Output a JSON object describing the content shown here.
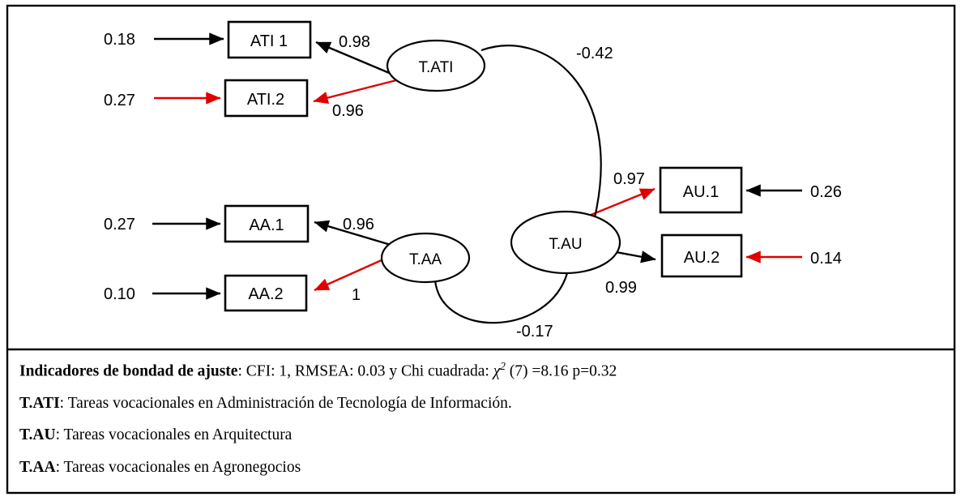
{
  "figure": {
    "type": "sem-path-diagram",
    "border_color": "#000000",
    "arrow_black": "#000000",
    "arrow_red": "#e00000"
  },
  "latents": [
    {
      "id": "T.ATI",
      "label": "T.ATI"
    },
    {
      "id": "T.AA",
      "label": "T.AA"
    },
    {
      "id": "T.AU",
      "label": "T.AU"
    }
  ],
  "indicators": [
    {
      "id": "ATI1",
      "label": "ATI 1"
    },
    {
      "id": "ATI2",
      "label": "ATI.2"
    },
    {
      "id": "AA1",
      "label": "AA.1"
    },
    {
      "id": "AA2",
      "label": "AA.2"
    },
    {
      "id": "AU1",
      "label": "AU.1"
    },
    {
      "id": "AU2",
      "label": "AU.2"
    }
  ],
  "residuals": [
    {
      "target": "ATI1",
      "value": "0.18",
      "color": "black"
    },
    {
      "target": "ATI2",
      "value": "0.27",
      "color": "red"
    },
    {
      "target": "AA1",
      "value": "0.27",
      "color": "black"
    },
    {
      "target": "AA2",
      "value": "0.10",
      "color": "black"
    },
    {
      "target": "AU1",
      "value": "0.26",
      "color": "black"
    },
    {
      "target": "AU2",
      "value": "0.14",
      "color": "red"
    }
  ],
  "loadings": [
    {
      "from": "T.ATI",
      "to": "ATI1",
      "value": "0.98",
      "color": "black"
    },
    {
      "from": "T.ATI",
      "to": "ATI2",
      "value": "0.96",
      "color": "red"
    },
    {
      "from": "T.AA",
      "to": "AA1",
      "value": "0.96",
      "color": "black"
    },
    {
      "from": "T.AA",
      "to": "AA2",
      "value": "1",
      "color": "red"
    },
    {
      "from": "T.AU",
      "to": "AU1",
      "value": "0.97",
      "color": "red"
    },
    {
      "from": "T.AU",
      "to": "AU2",
      "value": "0.99",
      "color": "black"
    }
  ],
  "covariances": [
    {
      "between": [
        "T.ATI",
        "T.AU"
      ],
      "value": "-0.42"
    },
    {
      "between": [
        "T.AA",
        "T.AU"
      ],
      "value": "-0.17"
    }
  ],
  "notes": {
    "fit": {
      "bold_label": "Indicadores de bondad de ajuste",
      "text_before_chi": ": CFI: 1, RMSEA: 0.03 y Chi cuadrada: ",
      "chi_symbol": "χ",
      "chi_exponent": "2",
      "text_after_chi": " (7) =8.16 p=0.32"
    },
    "legend": [
      {
        "bold_label": "T.ATI",
        "text": ": Tareas vocacionales en Administración de Tecnología de Información."
      },
      {
        "bold_label": "T.AU",
        "text": ": Tareas vocacionales en Arquitectura"
      },
      {
        "bold_label": "T.AA",
        "text": ": Tareas vocacionales en Agronegocios"
      }
    ]
  }
}
